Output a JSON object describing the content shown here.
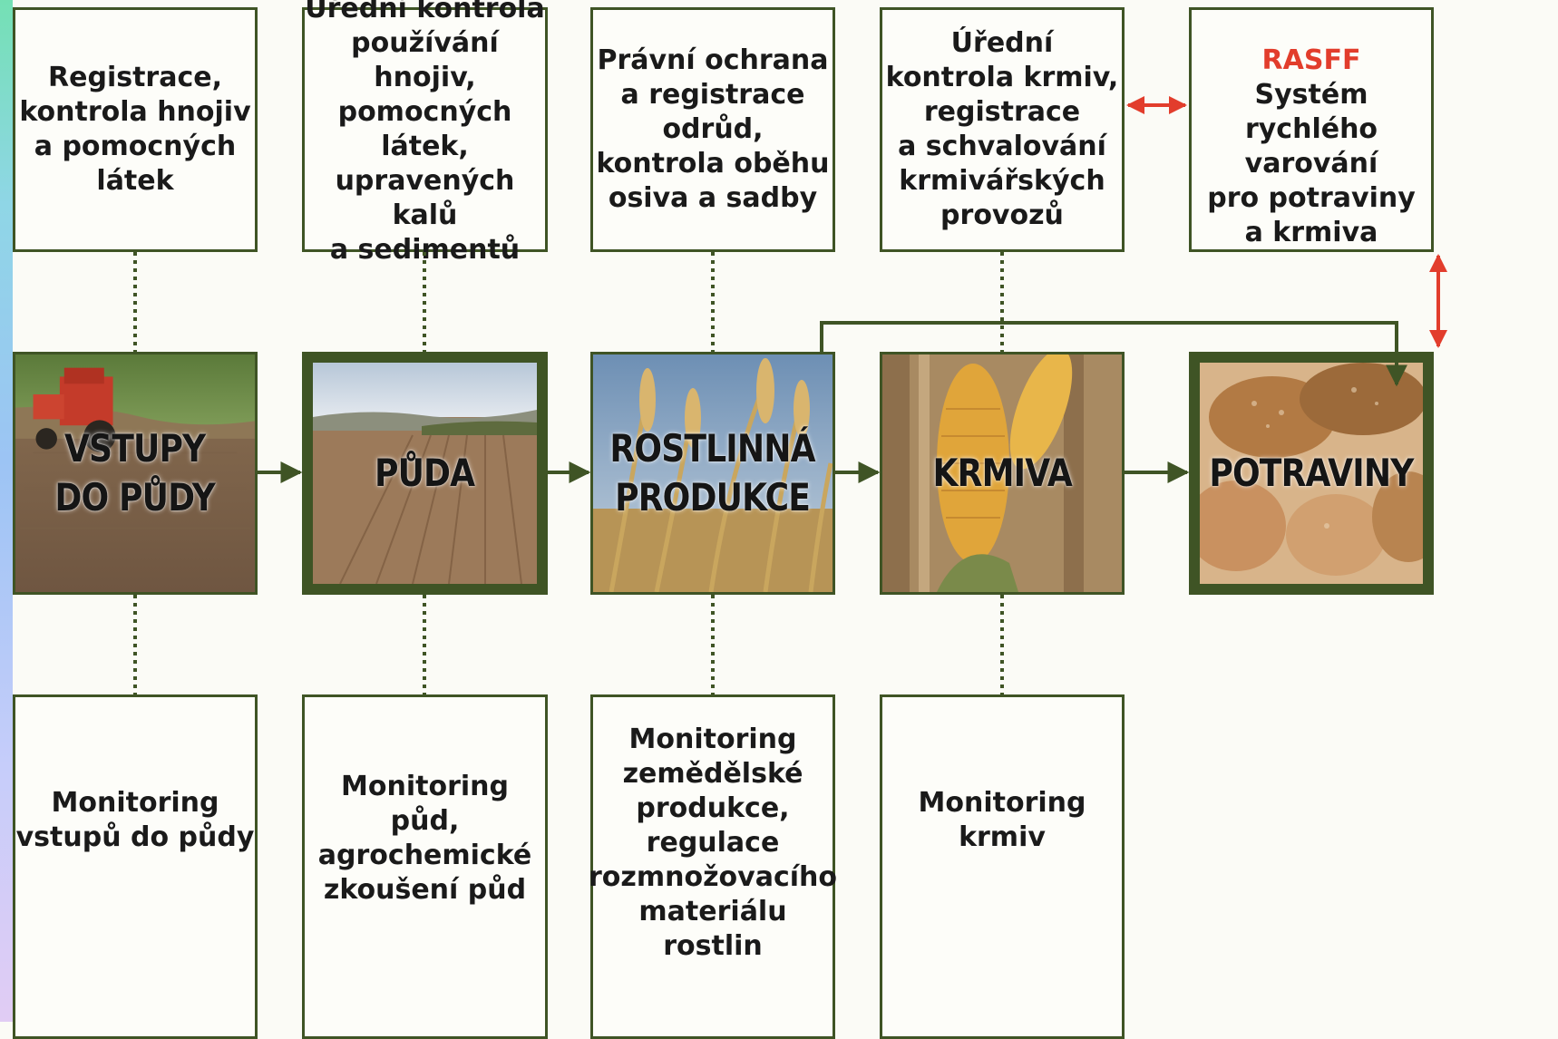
{
  "colors": {
    "frame": "#3f5425",
    "connector": "#3f5425",
    "rasff_accent": "#e23d2c",
    "background": "#fbfbf6"
  },
  "top_boxes": [
    "Registrace,\nkontrola hnojiv\na pomocných\nlátek",
    "Úřední kontrola\npoužívání hnojiv,\npomocných látek,\nupravených kalů\na sedimentů",
    "Právní ochrana\na registrace\nodrůd,\nkontrola oběhu\nosiva a sadby",
    "Úřední\nkontrola krmiv,\nregistrace\na schvalování\nkrmivářských\nprovozů"
  ],
  "rasff": {
    "title": "RASFF",
    "text": "Systém rychlého\nvarování\npro potraviny\na krmiva"
  },
  "stages": [
    {
      "label": "VSTUPY\nDO PŮDY",
      "image": "tractor-field-photo"
    },
    {
      "label": "PŮDA",
      "image": "plowed-field-photo"
    },
    {
      "label": "ROSTLINNÁ\nPRODUKCE",
      "image": "wheat-ears-photo"
    },
    {
      "label": "KRMIVA",
      "image": "corn-cobs-photo"
    },
    {
      "label": "POTRAVINY",
      "image": "bread-loaves-photo"
    }
  ],
  "bottom_boxes": [
    "Monitoring\nvstupů do půdy",
    "Monitoring půd,\nagrochemické\nzkoušení půd",
    "Monitoring\nzemědělské\nprodukce,\nregulace\nrozmnožovacího\nmateriálu rostlin",
    "Monitoring\nkrmiv"
  ]
}
